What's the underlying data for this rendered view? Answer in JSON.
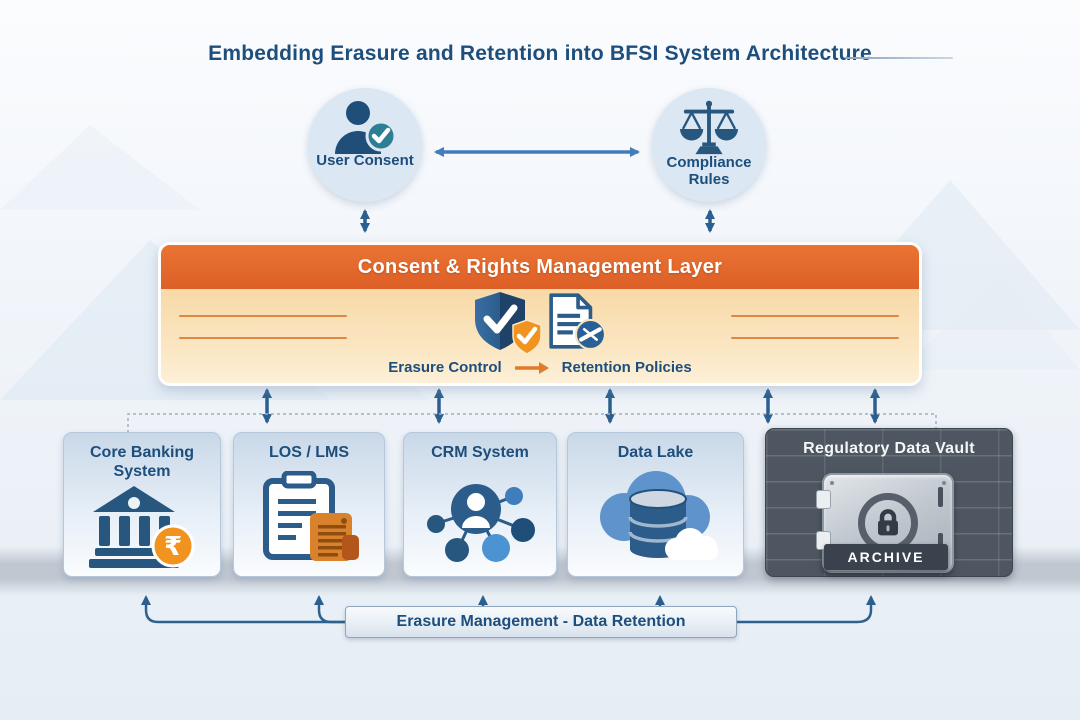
{
  "title": "Embedding Erasure and Retention into BFSI System Architecture",
  "actors": {
    "user_consent": {
      "label": "User Consent",
      "icon": "person-check"
    },
    "compliance_rules": {
      "line1": "Compliance",
      "line2": "Rules",
      "icon": "scales-of-justice"
    }
  },
  "layer": {
    "header": "Consent & Rights Management Layer",
    "flow": {
      "from": "Erasure Control",
      "to": "Retention Policies"
    },
    "icons": [
      "shield-check",
      "shield-check-small",
      "document-erase"
    ]
  },
  "systems": [
    {
      "label": "Core Banking System",
      "icon": "bank-rupee",
      "currency_symbol": "₹"
    },
    {
      "label": "LOS / LMS",
      "icon": "clipboard-documents"
    },
    {
      "label": "CRM System",
      "icon": "people-network"
    },
    {
      "label": "Data Lake",
      "icon": "cloud-database"
    },
    {
      "label": "Regulatory Data Vault",
      "icon": "bank-vault",
      "badge": "ARCHIVE"
    }
  ],
  "bottom_bar": {
    "label": "Erasure Management - Data Retention"
  },
  "colors": {
    "accent_orange": "#E2662A",
    "cream_panel": "#F8DFB4",
    "navy_text": "#1D4E7C",
    "icon_navy": "#2B5C8A",
    "teal_badge": "#2E7F93",
    "medium_blue": "#3F7DBD",
    "vault_gray": "#4E5761"
  }
}
